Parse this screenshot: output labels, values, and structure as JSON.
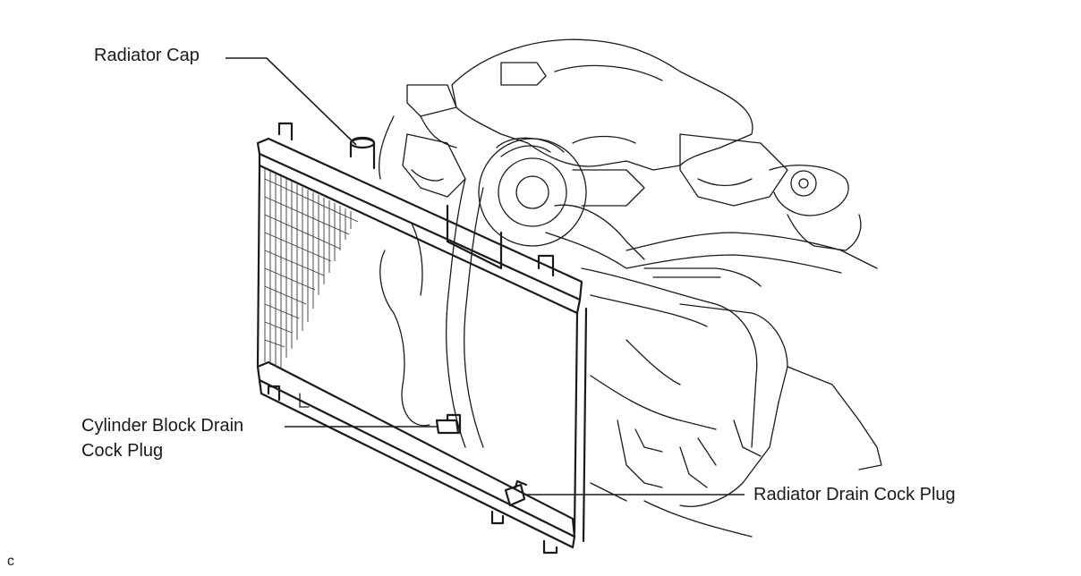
{
  "labels": {
    "radiator_cap": "Radiator Cap",
    "cylinder_block_drain_line1": "Cylinder Block Drain",
    "cylinder_block_drain_line2": "Cock Plug",
    "radiator_drain_cock_plug": "Radiator Drain Cock Plug",
    "figure_code": "c"
  }
}
